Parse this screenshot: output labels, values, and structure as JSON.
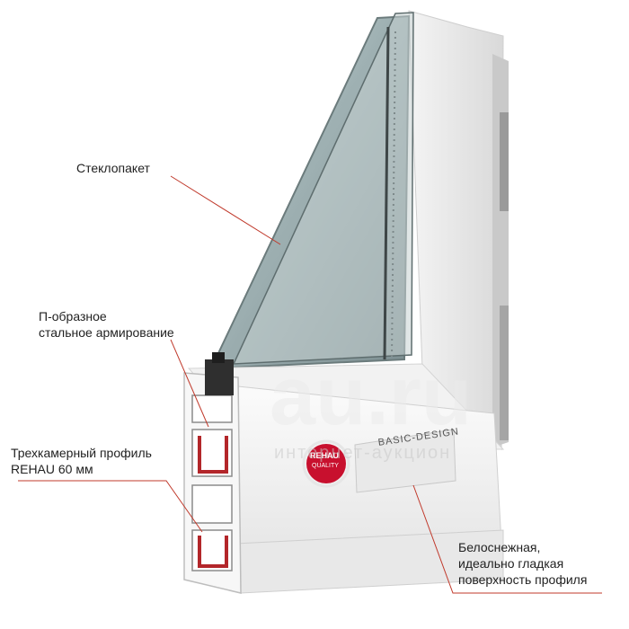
{
  "labels": {
    "glass_unit": "Стеклопакет",
    "reinforcement_line1": "П-образное",
    "reinforcement_line2": "стальное армирование",
    "profile_line1": "Трехкамерный профиль",
    "profile_line2": "REHAU 60 мм",
    "surface_line1": "Белоснежная,",
    "surface_line2": "идеально гладкая",
    "surface_line3": "поверхность профиля"
  },
  "branding": {
    "sticker_brand": "REHAU",
    "sticker_sub": "QUALITY",
    "sticker_side": "BASIC-DESIGN",
    "watermark_main": "au.ru",
    "watermark_sub": "интернет-аукцион"
  },
  "colors": {
    "leader_line": "#c0392b",
    "text": "#222222",
    "brand_red": "#c8102e",
    "reinforcement_red": "#b3262a"
  }
}
